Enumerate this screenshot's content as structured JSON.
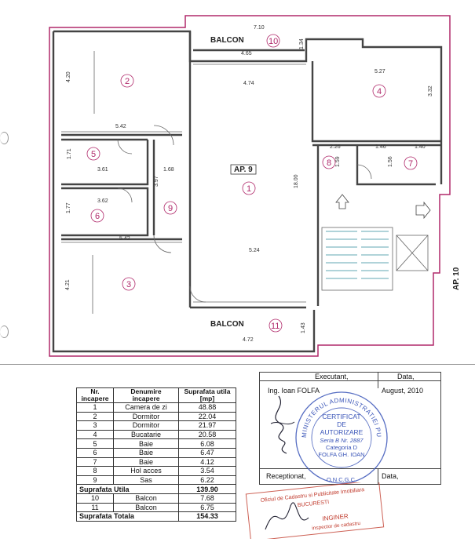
{
  "plan": {
    "apartment_label": "AP. 9",
    "neighbor_label": "AP. 10",
    "balcony_top_label": "BALCON",
    "balcony_bottom_label": "BALCON",
    "room_numbers": [
      "1",
      "2",
      "3",
      "4",
      "5",
      "6",
      "7",
      "8",
      "9",
      "10",
      "11"
    ],
    "dimensions": {
      "d_710": "7.10",
      "d_465": "4.65",
      "d_134": "1.34",
      "d_474": "4.74",
      "d_420": "4.20",
      "d_542a": "5.42",
      "d_171": "1.71",
      "d_361": "3.61",
      "d_168": "1.68",
      "d_397": "3.97",
      "d_362": "3.62",
      "d_177": "1.77",
      "d_542b": "5.42",
      "d_421": "4.21",
      "d_524": "5.24",
      "d_1800": "18.00",
      "d_527": "5.27",
      "d_332": "3.32",
      "d_226": "2.26",
      "d_146": "1.46",
      "d_140": "1.40",
      "d_159": "1.59",
      "d_156": "1.56",
      "d_143": "1.43",
      "d_472": "4.72"
    }
  },
  "table": {
    "headers": [
      "Nr. incapere",
      "Denumire incapere",
      "Suprafata utila [mp]"
    ],
    "rows": [
      {
        "nr": "1",
        "name": "Camera de zi",
        "area": "48.88"
      },
      {
        "nr": "2",
        "name": "Dormitor",
        "area": "22.04"
      },
      {
        "nr": "3",
        "name": "Dormitor",
        "area": "21.97"
      },
      {
        "nr": "4",
        "name": "Bucatarie",
        "area": "20.58"
      },
      {
        "nr": "5",
        "name": "Baie",
        "area": "6.08"
      },
      {
        "nr": "6",
        "name": "Baie",
        "area": "6.47"
      },
      {
        "nr": "7",
        "name": "Baie",
        "area": "4.12"
      },
      {
        "nr": "8",
        "name": "Hol acces",
        "area": "3.54"
      },
      {
        "nr": "9",
        "name": "Sas",
        "area": "6.22"
      }
    ],
    "useful_label": "Suprafata Utila",
    "useful_value": "139.90",
    "balcony_rows": [
      {
        "nr": "10",
        "name": "Balcon",
        "area": "7.68"
      },
      {
        "nr": "11",
        "name": "Balcon",
        "area": "6.75"
      }
    ],
    "total_label": "Suprafata Totala",
    "total_value": "154.33"
  },
  "signatures": {
    "executant_label": "Executant,",
    "date_label": "Data,",
    "executant_name": "Ing. Ioan FOLFA",
    "executant_date": "August, 2010",
    "receptionat_label": "Receptionat,",
    "date_label_2": "Data,"
  },
  "stamp": {
    "ring_text": "MINISTERUL ADMINISTRATIEI PUBLICE",
    "line1": "CERTIFICAT",
    "line2": "DE",
    "line3": "AUTORIZARE",
    "line4": "Seria B Nr. 2887",
    "line5": "Categoria D",
    "line6": "FOLFA GH. IOAN",
    "bottom": "O.N.C.G.C."
  },
  "stamp2": {
    "line1": "Oficiul de Cadastru si Publicitate Imobiliara",
    "line2": "BUCURESTI",
    "line3": "INGINER",
    "line4": "inspector de cadastru"
  },
  "colors": {
    "outline": "#b0286a",
    "walls": "#444444",
    "stamp": "#3a55b8",
    "stamp2": "#c0392b"
  }
}
